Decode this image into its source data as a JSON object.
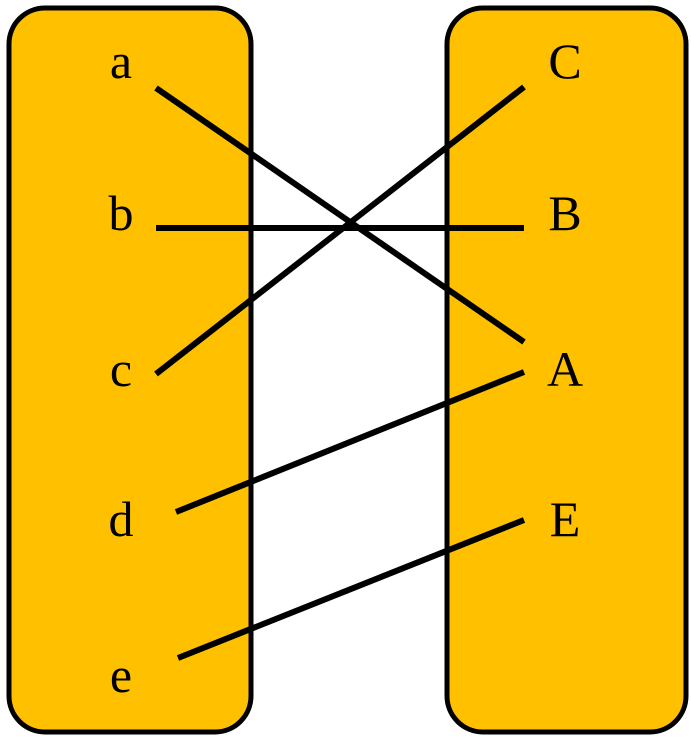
{
  "colors": {
    "set_fill": "#FFC000",
    "outline": "#000000",
    "background": "#FFFFFF"
  },
  "left_set": {
    "labels": [
      "a",
      "b",
      "c",
      "d",
      "e"
    ]
  },
  "right_set": {
    "labels": [
      "C",
      "B",
      "A",
      "E"
    ]
  },
  "mappings": [
    {
      "from": "a",
      "to": "A"
    },
    {
      "from": "b",
      "to": "B"
    },
    {
      "from": "c",
      "to": "C"
    },
    {
      "from": "d",
      "to": "A"
    },
    {
      "from": "e",
      "to": "E"
    }
  ]
}
